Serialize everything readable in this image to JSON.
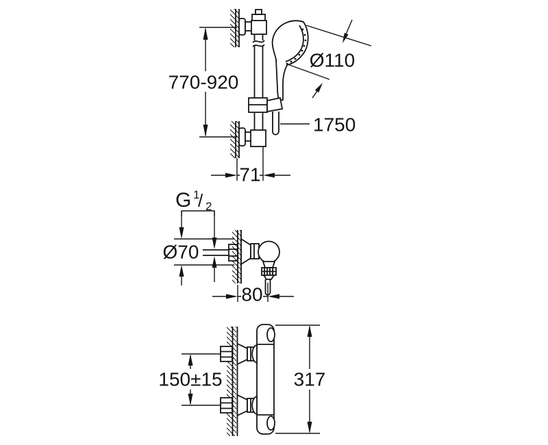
{
  "drawing": {
    "title": "shower-set-dimension-drawing",
    "colors": {
      "line": "#141414",
      "background": "#ffffff"
    },
    "views": {
      "shower_rail": {
        "name": "shower-rail-with-hand-shower",
        "dimensions": {
          "rail_height_range": "770-920",
          "head_diameter": "Ø110",
          "hose_length": "1750",
          "wall_offset": "71"
        }
      },
      "outlet_elbow": {
        "name": "wall-outlet-elbow",
        "thread": {
          "g": "G",
          "numerator": "1",
          "slash": "/",
          "denominator": "2"
        },
        "dimensions": {
          "escutcheon_diameter": "Ø70",
          "wall_offset": "80"
        }
      },
      "thermostat": {
        "name": "thermostat-mixer-side-view",
        "dimensions": {
          "connection_spacing": "150±15",
          "body_length": "317"
        }
      }
    }
  }
}
